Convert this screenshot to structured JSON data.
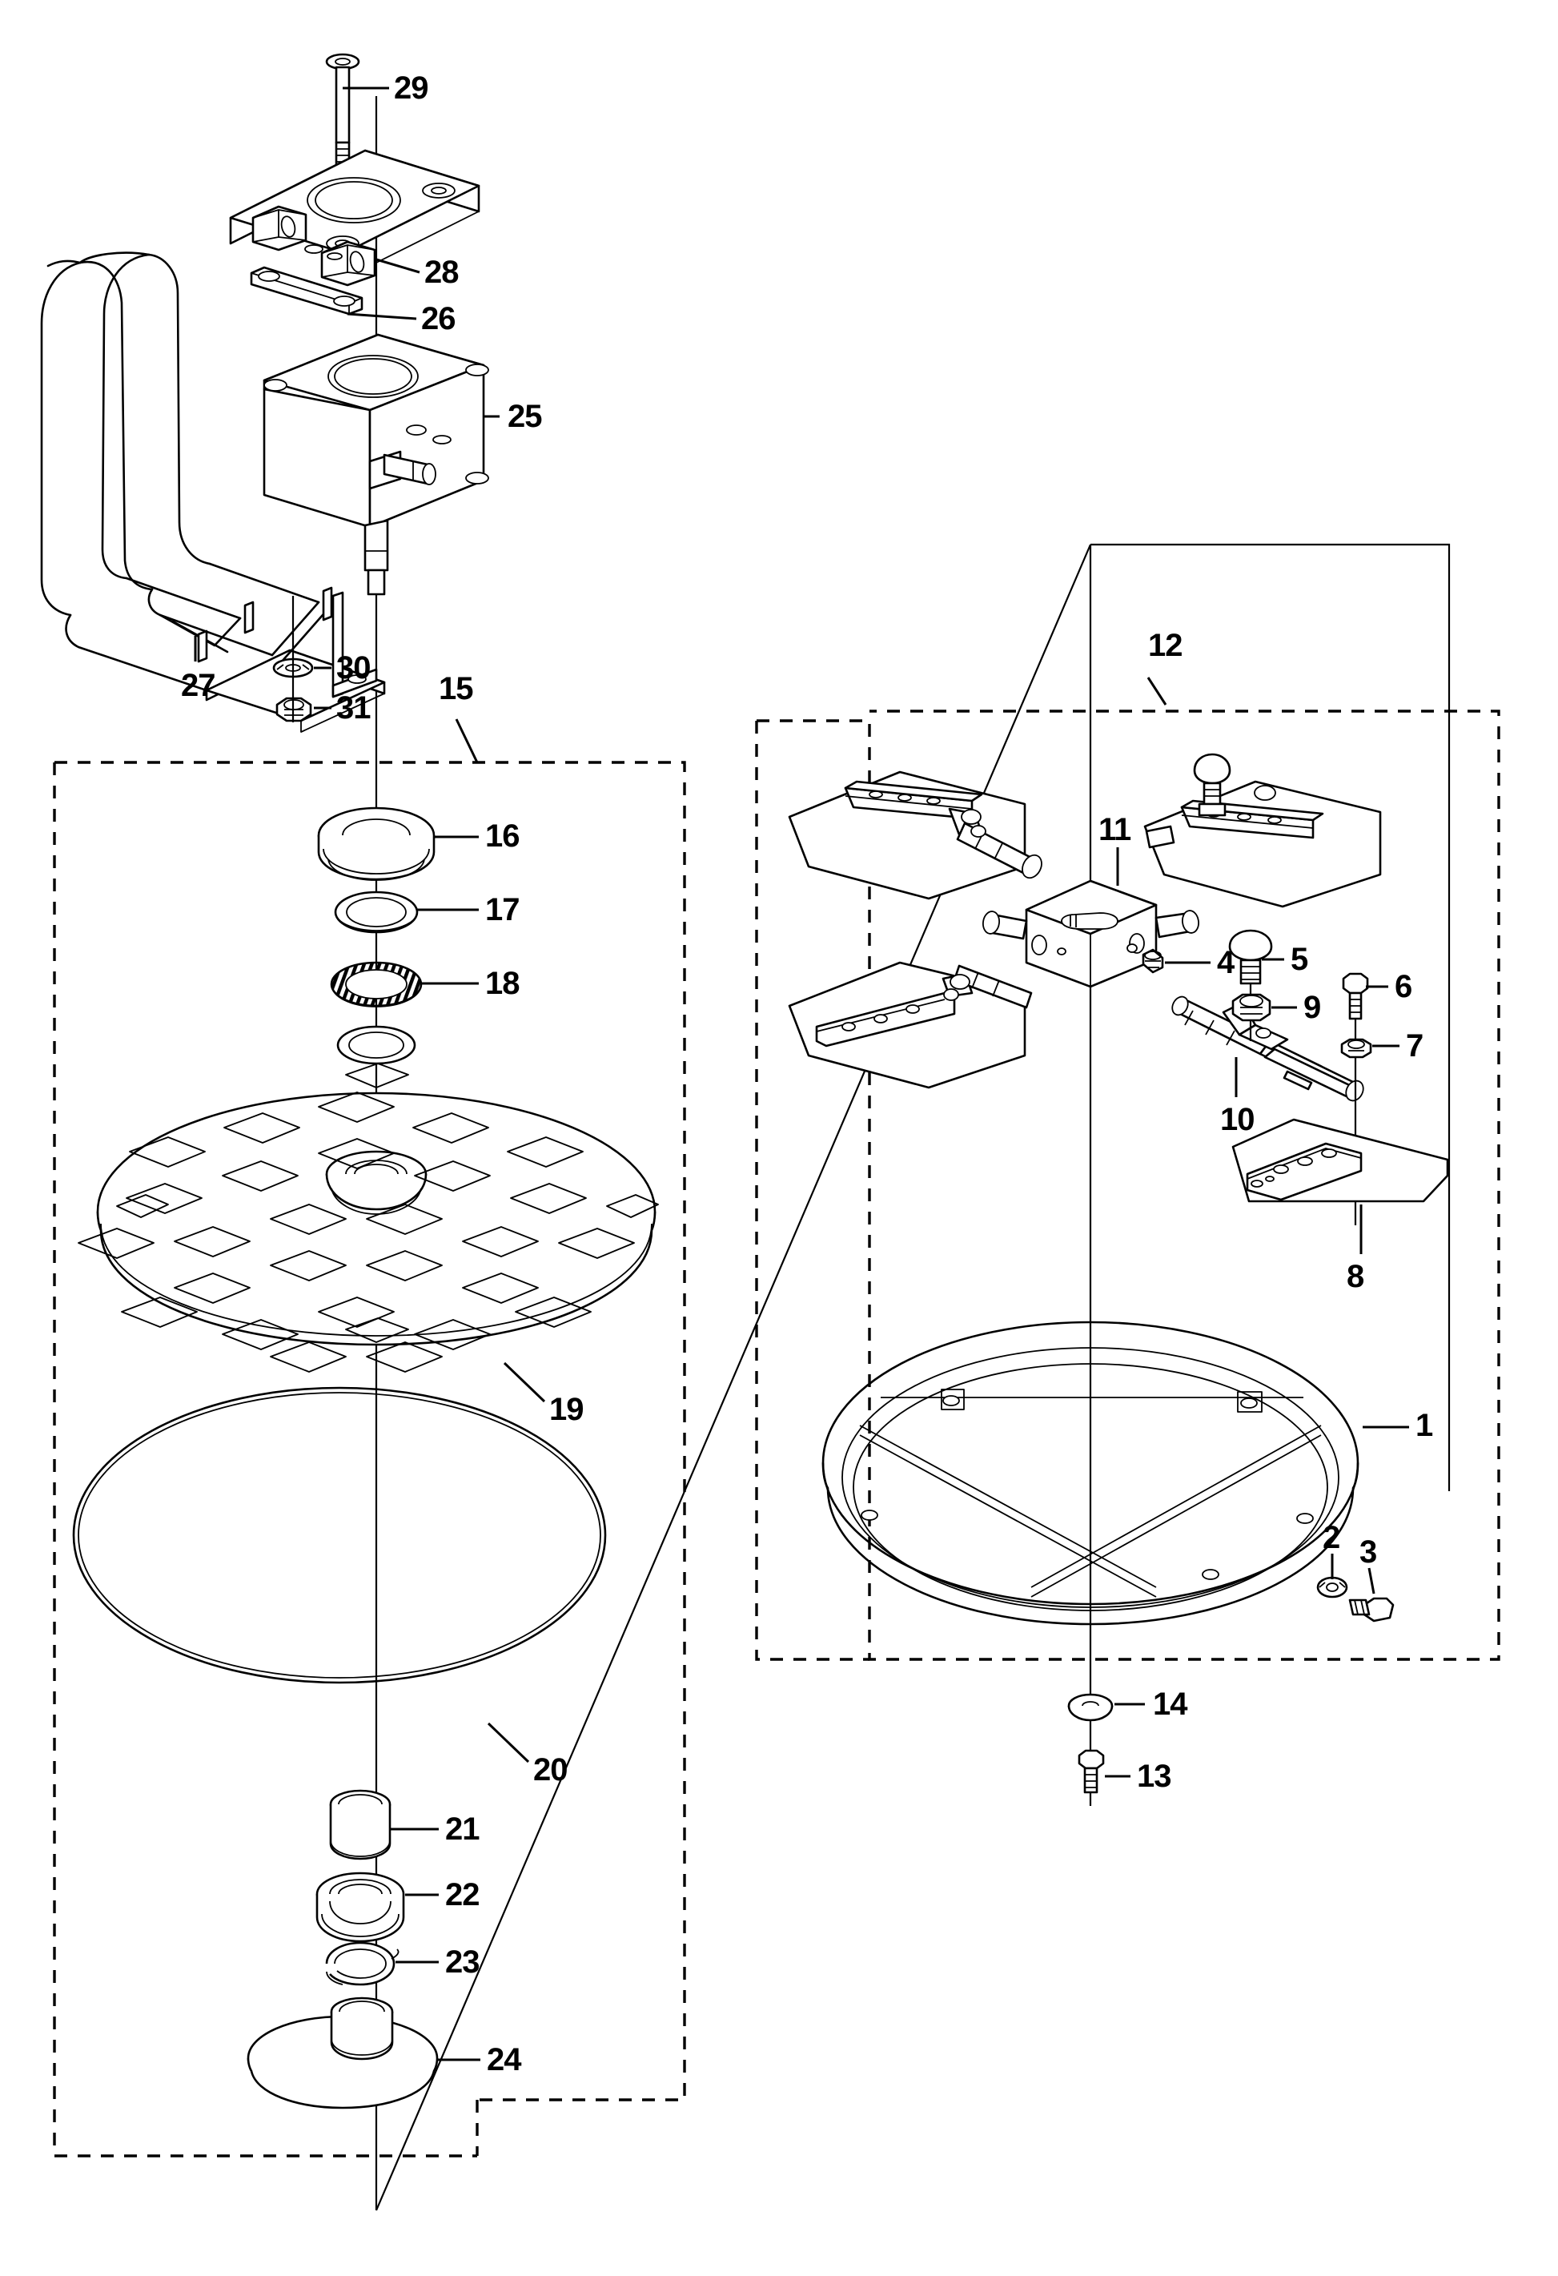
{
  "diagram": {
    "title": "Exploded parts assembly diagram",
    "type": "exploded-view-parts-diagram",
    "orientation": "portrait",
    "line_color": "#000000",
    "background_color": "#ffffff",
    "callout_count": 31,
    "group_boundaries": [
      {
        "id": "group-15",
        "label": "15",
        "style": "dashed"
      },
      {
        "id": "group-12",
        "label": "12",
        "style": "dashed"
      }
    ]
  },
  "callouts": [
    {
      "n": "1",
      "part": "base-ring-frame"
    },
    {
      "n": "2",
      "part": "washer"
    },
    {
      "n": "3",
      "part": "bolt"
    },
    {
      "n": "4",
      "part": "set-screw"
    },
    {
      "n": "5",
      "part": "adjuster-screw"
    },
    {
      "n": "6",
      "part": "hex-bolt"
    },
    {
      "n": "7",
      "part": "nut"
    },
    {
      "n": "8",
      "part": "blade-plate"
    },
    {
      "n": "9",
      "part": "lock-nut"
    },
    {
      "n": "10",
      "part": "arm-link"
    },
    {
      "n": "11",
      "part": "center-hub-block"
    },
    {
      "n": "12",
      "part": "rotor-assembly-group"
    },
    {
      "n": "13",
      "part": "bolt-lower"
    },
    {
      "n": "14",
      "part": "washer-lower"
    },
    {
      "n": "15",
      "part": "table-assembly-group"
    },
    {
      "n": "16",
      "part": "bearing-housing-cap"
    },
    {
      "n": "17",
      "part": "flat-washer"
    },
    {
      "n": "18",
      "part": "needle-thrust-bearing"
    },
    {
      "n": "19",
      "part": "grid-table-disc"
    },
    {
      "n": "20",
      "part": "o-ring-seal"
    },
    {
      "n": "21",
      "part": "spacer-bushing"
    },
    {
      "n": "22",
      "part": "ball-bearing"
    },
    {
      "n": "23",
      "part": "retaining-snap-ring"
    },
    {
      "n": "24",
      "part": "lower-hub-plate"
    },
    {
      "n": "25",
      "part": "gearbox-housing"
    },
    {
      "n": "26",
      "part": "mounting-strap"
    },
    {
      "n": "27",
      "part": "tubular-handle-frame"
    },
    {
      "n": "28",
      "part": "motor-mount-plate"
    },
    {
      "n": "29",
      "part": "long-hex-bolt"
    },
    {
      "n": "30",
      "part": "washer-handle"
    },
    {
      "n": "31",
      "part": "nut-handle"
    }
  ]
}
